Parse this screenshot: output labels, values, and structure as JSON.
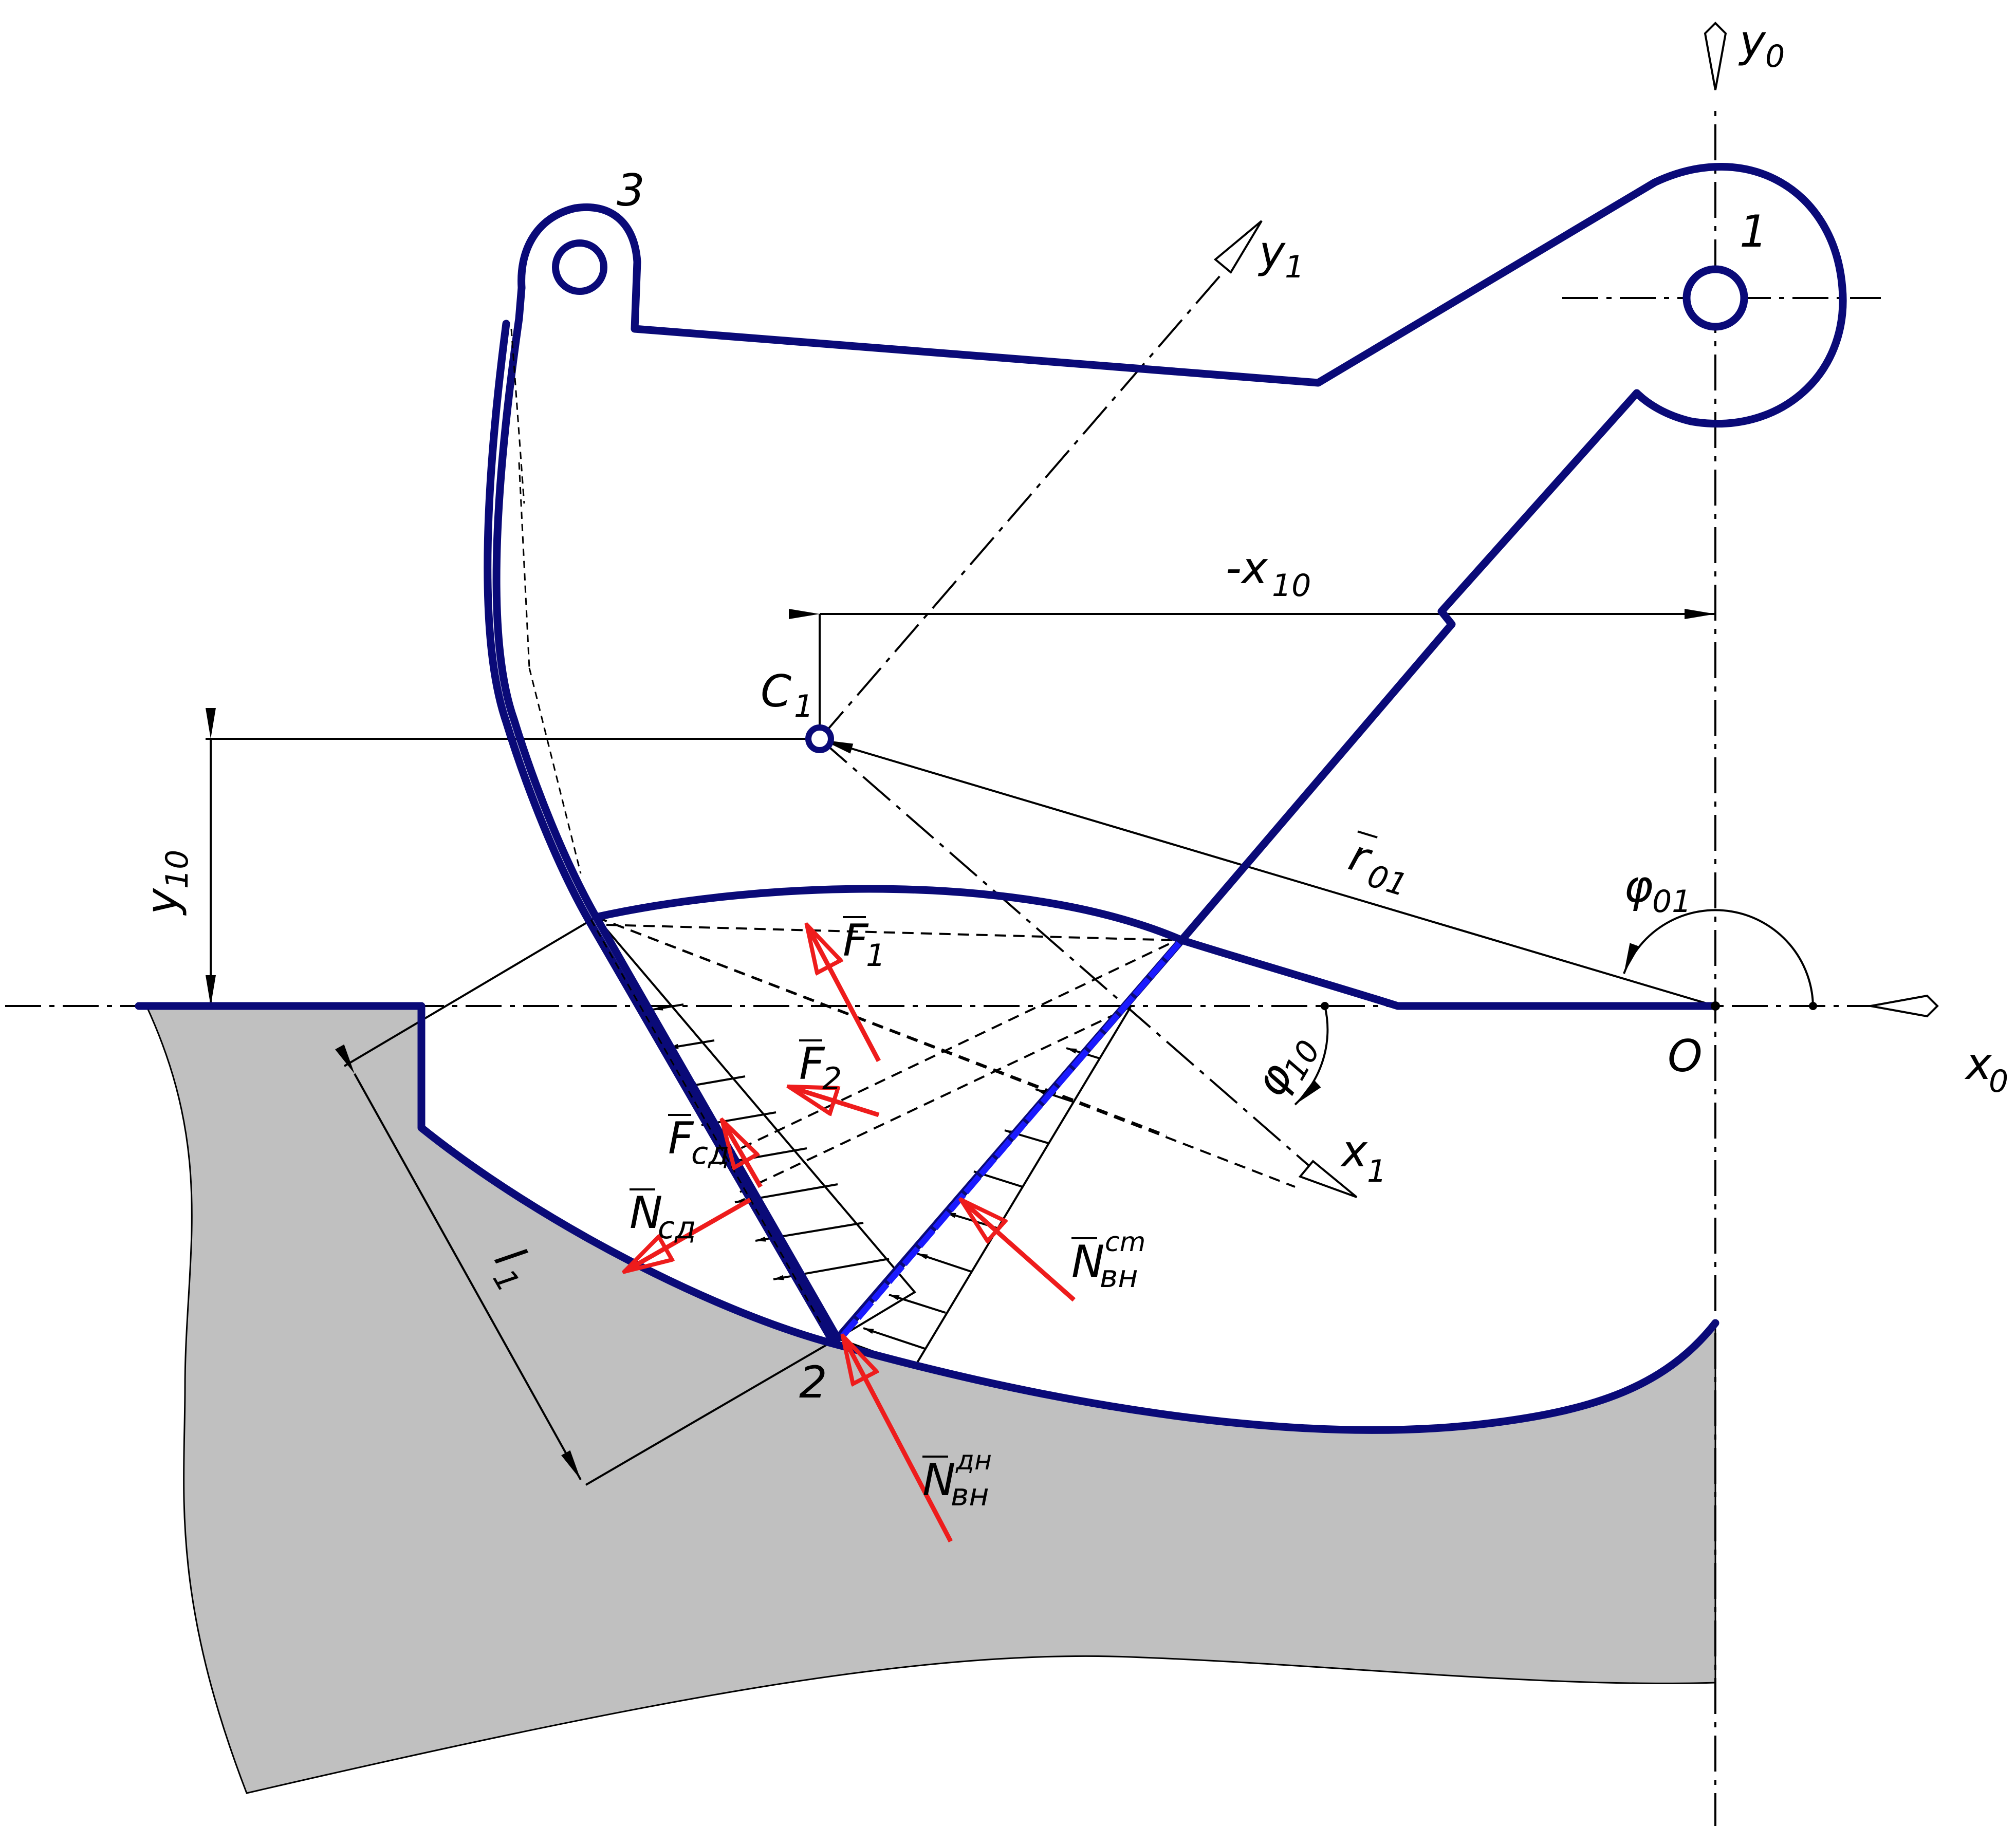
{
  "colors": {
    "structure": "#0a0a78",
    "structure_highlight": "#1a1aff",
    "forces": "#ee1c1c",
    "ground_fill": "#c0c0c0",
    "lines": "#000000"
  },
  "labels": {
    "axis_y0": "y",
    "axis_y0_sub": "0",
    "axis_x0": "x",
    "axis_x0_sub": "0",
    "axis_y1": "y",
    "axis_y1_sub": "1",
    "axis_x1": "x",
    "axis_x1_sub": "1",
    "origin": "O",
    "joint_1": "1",
    "joint_2": "2",
    "joint_3": "3",
    "centre": "C",
    "centre_sub": "1",
    "dim_x10": "-x",
    "dim_x10_sub": "10",
    "dim_y10": "y",
    "dim_y10_sub": "10",
    "radius_vector": "r",
    "radius_vector_sub": "01",
    "angle_phi01": "φ",
    "angle_phi01_sub": "01",
    "angle_phi10": "φ",
    "angle_phi10_sub": "10",
    "length_l1": "l",
    "length_l1_sub": "1",
    "force_F1": "F",
    "force_F1_sub": "1",
    "force_F2": "F",
    "force_F2_sub": "2",
    "force_Fcd": "F",
    "force_Fcd_sub": "cд",
    "force_Ncd": "N",
    "force_Ncd_sub": "cд",
    "force_Nvn_st": "N",
    "force_Nvn_st_sub": "вн",
    "force_Nvn_st_sup": "cm",
    "force_Nvn_dn": "N",
    "force_Nvn_dn_sub": "вн",
    "force_Nvn_dn_sup": "дн"
  }
}
